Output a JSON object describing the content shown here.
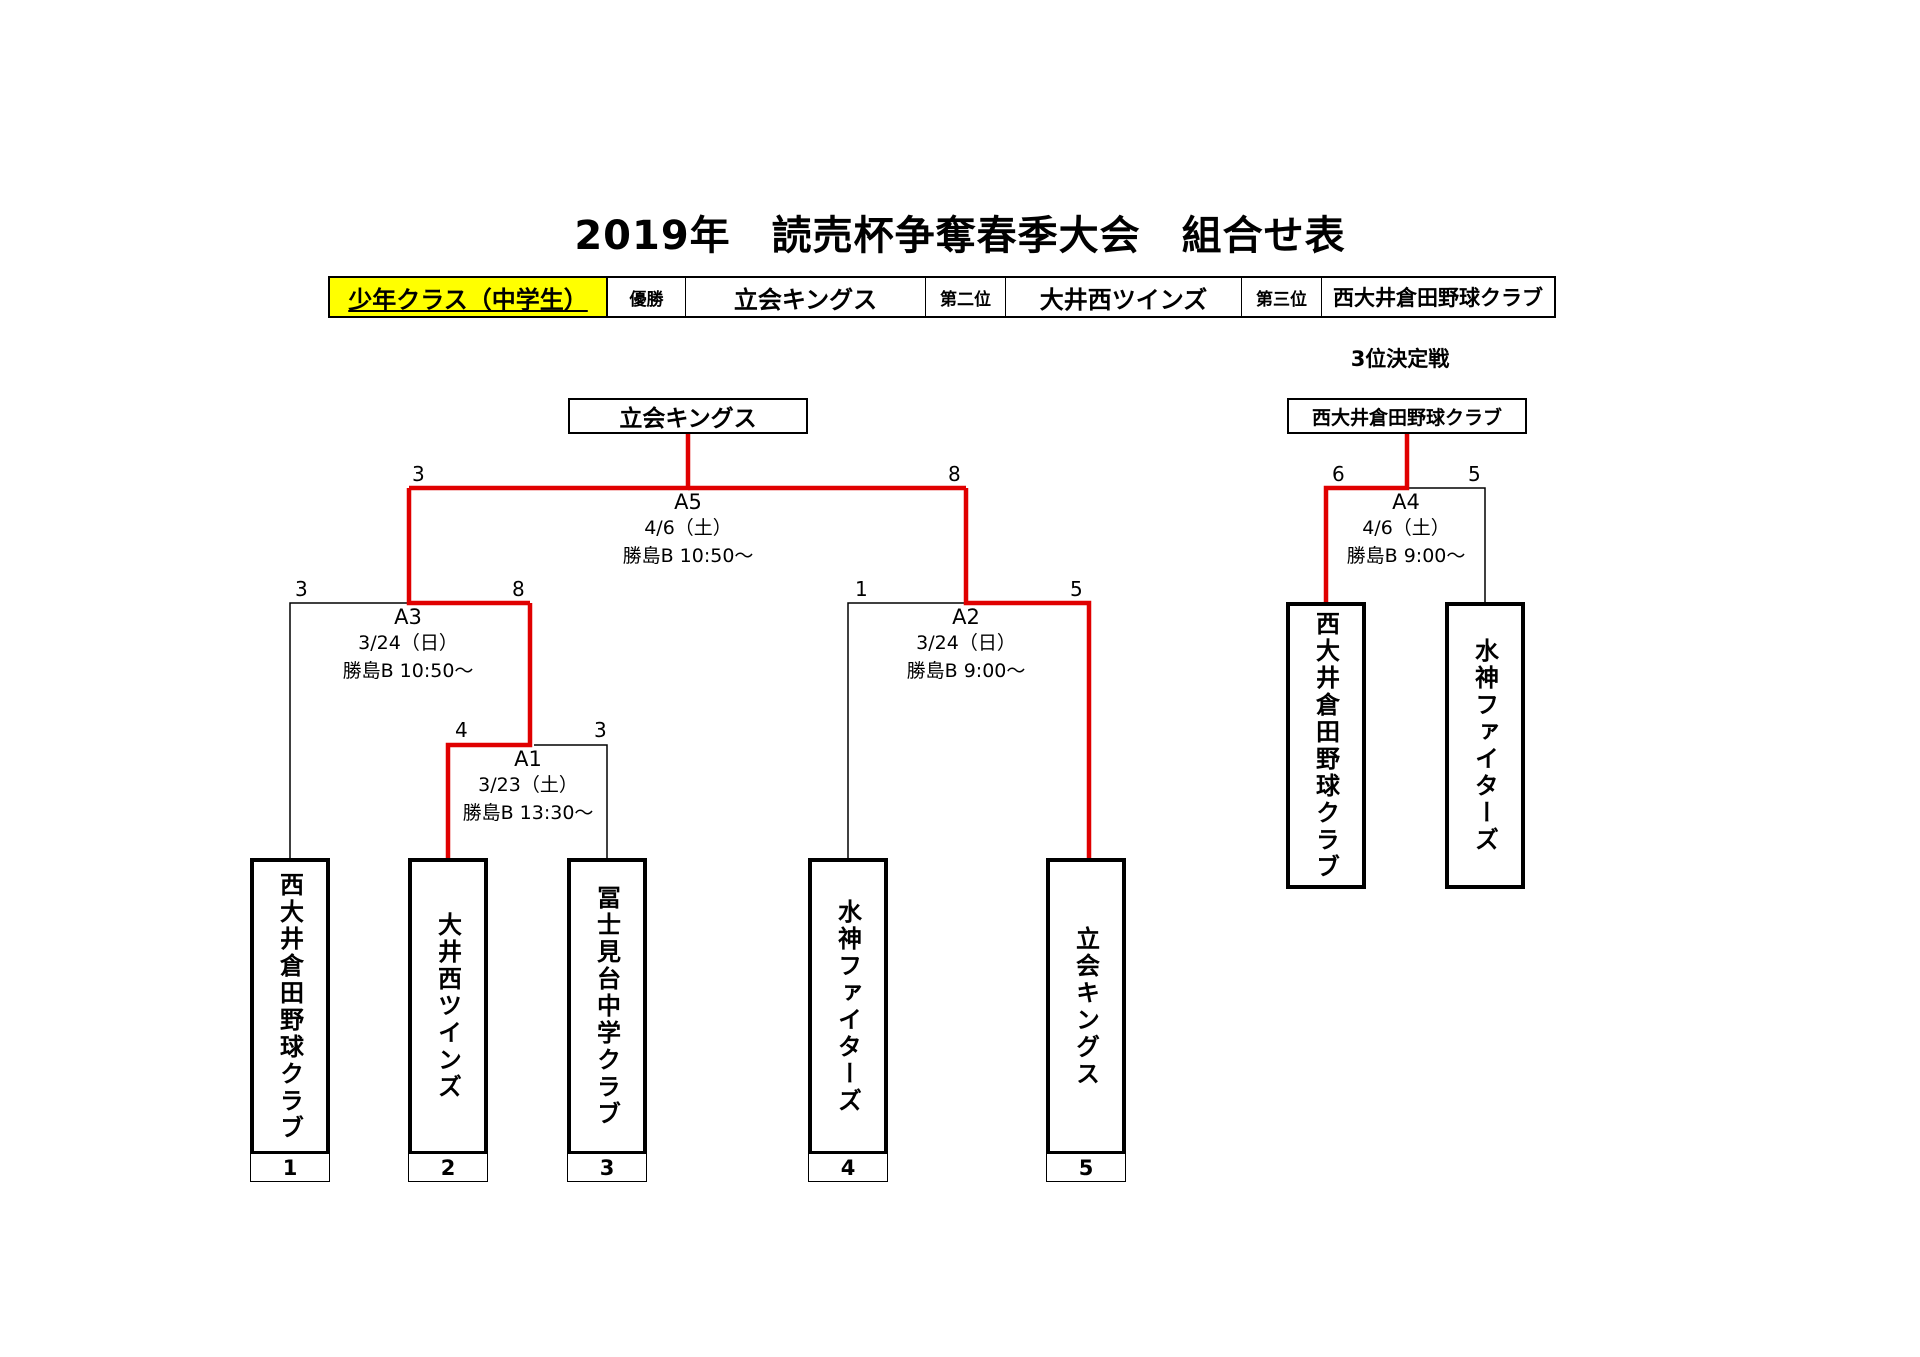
{
  "title": "2019年　読売杯争奪春季大会　組合せ表",
  "summary": {
    "class_label": "少年クラス（中学生）",
    "champion_label": "優勝",
    "champion": "立会キングス",
    "runner_up_label": "第二位",
    "runner_up": "大井西ツインズ",
    "third_label": "第三位",
    "third": "西大井倉田野球クラブ"
  },
  "third_place_heading": "3位決定戦",
  "winner_box": "立会キングス",
  "third_winner_box": "西大井倉田野球クラブ",
  "colors": {
    "highlight": "#ffff00",
    "winner_path": "#e00000",
    "line": "#000000"
  },
  "teams": [
    {
      "name": "西大井倉田野球クラブ",
      "number": "1"
    },
    {
      "name": "大井西ツインズ",
      "number": "2"
    },
    {
      "name": "冨士見台中学クラブ",
      "number": "3"
    },
    {
      "name": "水神ファイターズ",
      "number": "4"
    },
    {
      "name": "立会キングス",
      "number": "5"
    }
  ],
  "third_teams": [
    {
      "name": "西大井倉田野球クラブ"
    },
    {
      "name": "水神ファイターズ"
    }
  ],
  "matches": {
    "A1": {
      "label": "A1",
      "date": "3/23（土）",
      "venue": "勝島B 13:30～",
      "score_left": "4",
      "score_right": "3"
    },
    "A2": {
      "label": "A2",
      "date": "3/24（日）",
      "venue": "勝島B 9:00～",
      "score_left": "1",
      "score_right": "5"
    },
    "A3": {
      "label": "A3",
      "date": "3/24（日）",
      "venue": "勝島B 10:50～",
      "score_left": "3",
      "score_right": "8"
    },
    "A4": {
      "label": "A4",
      "date": "4/6（土）",
      "venue": "勝島B 9:00～",
      "score_left": "6",
      "score_right": "5"
    },
    "A5": {
      "label": "A5",
      "date": "4/6（土）",
      "venue": "勝島B 10:50～",
      "score_left": "3",
      "score_right": "8"
    }
  }
}
